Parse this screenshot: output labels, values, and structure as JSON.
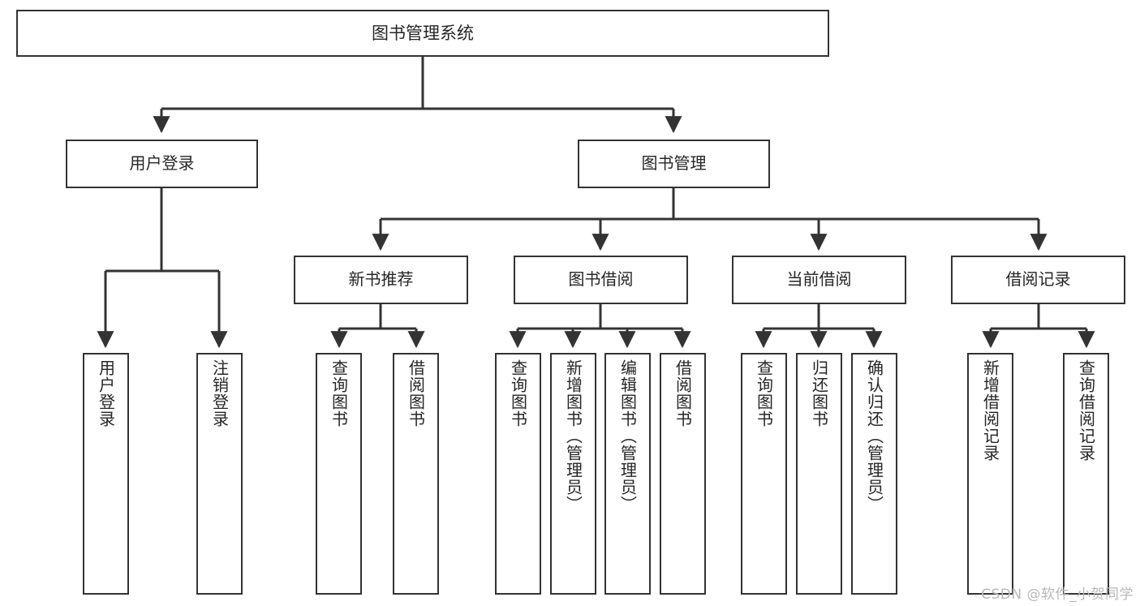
{
  "diagram": {
    "title": "图书管理系统",
    "stroke_color": "#333333",
    "text_color": "#262626",
    "background_color": "#ffffff",
    "nodes": {
      "root": {
        "label": "图书管理系统"
      },
      "level2": [
        {
          "label": "用户登录"
        },
        {
          "label": "图书管理"
        }
      ],
      "level3": [
        {
          "label": "新书推荐"
        },
        {
          "label": "图书借阅"
        },
        {
          "label": "当前借阅"
        },
        {
          "label": "借阅记录"
        }
      ],
      "leaves": {
        "user_login": [
          {
            "label": "用户登录"
          },
          {
            "label": "注销登录"
          }
        ],
        "new_book_recommend": [
          {
            "label": "查询图书"
          },
          {
            "label": "借阅图书"
          }
        ],
        "book_borrow": [
          {
            "label": "查询图书"
          },
          {
            "label": "新增图书（管理员）"
          },
          {
            "label": "编辑图书（管理员）"
          },
          {
            "label": "借阅图书"
          }
        ],
        "current_borrow": [
          {
            "label": "查询图书"
          },
          {
            "label": "归还图书"
          },
          {
            "label": "确认归还（管理员）"
          }
        ],
        "borrow_record": [
          {
            "label": "新增借阅记录"
          },
          {
            "label": "查询借阅记录"
          }
        ]
      }
    },
    "watermark": "CSDN @软件_小贺同学"
  }
}
